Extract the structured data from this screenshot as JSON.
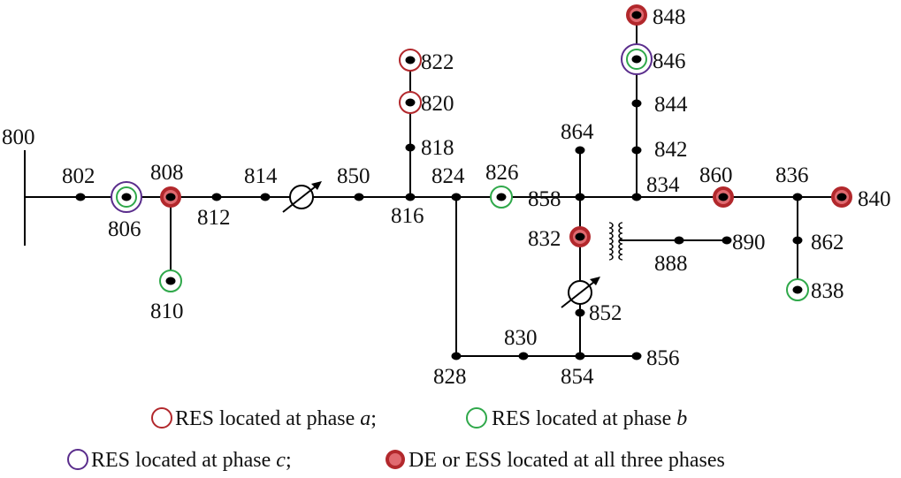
{
  "nodes": [
    {
      "id": "800",
      "ring": "none"
    },
    {
      "id": "802",
      "ring": "none"
    },
    {
      "id": "806",
      "ring": "b+c"
    },
    {
      "id": "808",
      "ring": "filled"
    },
    {
      "id": "810",
      "ring": "b"
    },
    {
      "id": "812",
      "ring": "none"
    },
    {
      "id": "814",
      "ring": "none"
    },
    {
      "id": "850",
      "ring": "none"
    },
    {
      "id": "816",
      "ring": "none"
    },
    {
      "id": "818",
      "ring": "none"
    },
    {
      "id": "820",
      "ring": "a"
    },
    {
      "id": "822",
      "ring": "a"
    },
    {
      "id": "824",
      "ring": "none"
    },
    {
      "id": "826",
      "ring": "b"
    },
    {
      "id": "828",
      "ring": "none"
    },
    {
      "id": "830",
      "ring": "none"
    },
    {
      "id": "854",
      "ring": "none"
    },
    {
      "id": "856",
      "ring": "none"
    },
    {
      "id": "852",
      "ring": "none"
    },
    {
      "id": "832",
      "ring": "filled"
    },
    {
      "id": "858",
      "ring": "none"
    },
    {
      "id": "864",
      "ring": "none"
    },
    {
      "id": "834",
      "ring": "none"
    },
    {
      "id": "842",
      "ring": "none"
    },
    {
      "id": "844",
      "ring": "none"
    },
    {
      "id": "846",
      "ring": "b+c"
    },
    {
      "id": "848",
      "ring": "filled"
    },
    {
      "id": "860",
      "ring": "filled"
    },
    {
      "id": "836",
      "ring": "none"
    },
    {
      "id": "840",
      "ring": "filled"
    },
    {
      "id": "862",
      "ring": "none"
    },
    {
      "id": "838",
      "ring": "b"
    },
    {
      "id": "888",
      "ring": "none"
    },
    {
      "id": "890",
      "ring": "none"
    }
  ],
  "legend": {
    "line1": {
      "a_text": "RES located at phase ",
      "a_italic": "a",
      "sep": ";",
      "b_text": "RES located at phase ",
      "b_italic": "b"
    },
    "line2": {
      "c_text": "RES located at phase ",
      "c_italic": "c",
      "sep": ";",
      "d_text": "DE or ESS located at all three phases"
    }
  },
  "colors": {
    "phase_a": "#b2282c",
    "phase_b": "#2fa84a",
    "phase_c": "#5a2d8c",
    "filled_outer": "#b2282c",
    "filled_inner": "#e06a70",
    "bus": "#000000",
    "background": "#ffffff"
  }
}
